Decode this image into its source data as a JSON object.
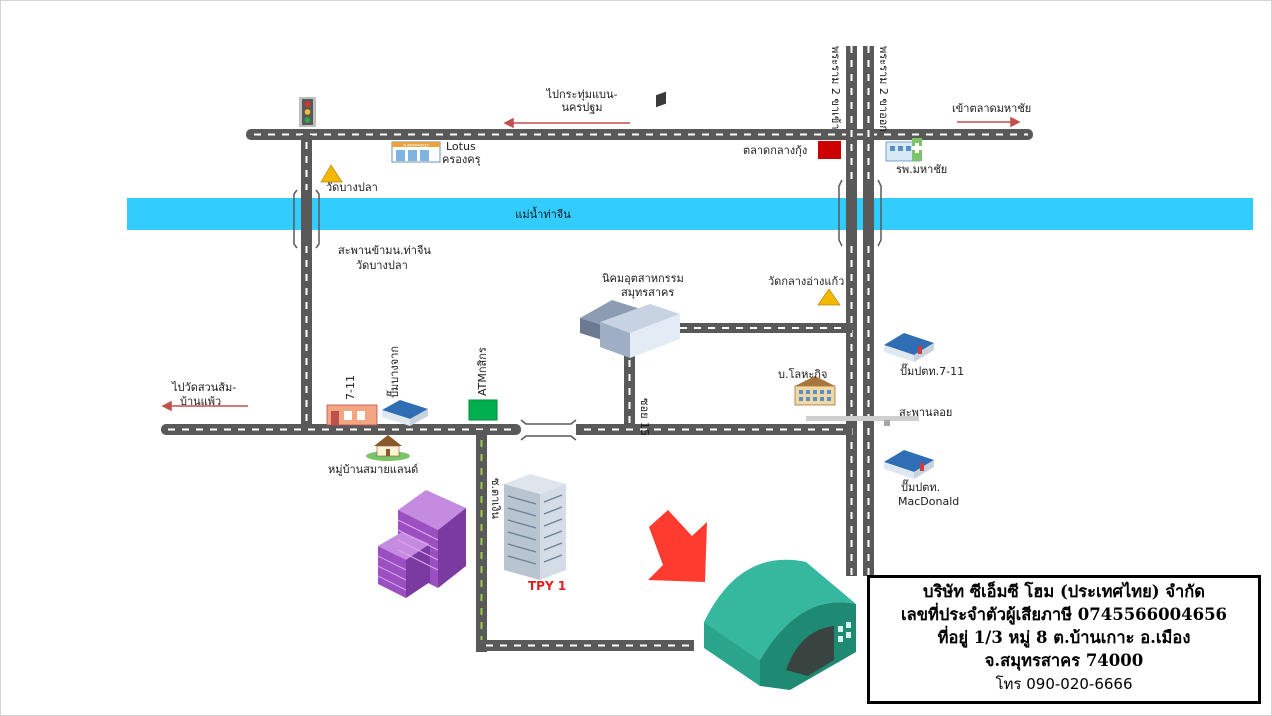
{
  "labels": {
    "river": "แม่น้ำท่าจีน",
    "to_krathum_baen": "ไปกระทุ่มแบน-",
    "to_krathum_baen_2": "นครปฐม",
    "to_mahachai": "เข้าตลาดมหาชัย",
    "rama2_in": "พระราม 2 ขาเข้า",
    "rama2_out": "พระราม 2 ขาออก",
    "lotus": "Lotus",
    "lotus_branch": "ครองครุ",
    "wat_bang_pla": "วัดบางปลา",
    "talad_klang_kung": "ตลาดกลางกุ้ง",
    "hospital": "รพ.มหาชัย",
    "bridge_tha_chin": "สะพานข้ามน.ท่าจีน",
    "bridge_tha_chin_2": "วัดบางปลา",
    "industrial_estate": "นิคมอุตสาหกรรม",
    "industrial_estate_2": "สมุทรสาคร",
    "wat_klang_ang_kaew": "วัดกลางอ่างแก้ว",
    "gas_711": "ปั๊มปตท.7-11",
    "bor_lohakit": "บ.โลหะกิจ",
    "floating_bridge": "สะพานลอย",
    "gas_macdonald": "ปั๊มปตท.",
    "gas_macdonald_2": "MacDonald",
    "to_wat_suan_som": "ไปวัดสวนส้ม-",
    "to_wat_suan_som_2": "บ้านแพ้ว",
    "seven_eleven": "7-11",
    "gas_bang_chak": "ปั๊มบางจาก",
    "atm": "ATMกสิกร",
    "soi_15": "ซอย 15",
    "soi_right": "ซ.ตาเงิน",
    "village": "หมู่บ้านสมายแลนด์",
    "tpy": "TPY 1",
    "supermarket_sign": "SUPERMARKET"
  },
  "company": {
    "name": "บริษัท ซีเอ็มซี โฮม (ประเทศไทย) จำกัด",
    "tax_id": "เลขที่ประจำตัวผู้เสียภาษี  0745566004656",
    "address": "ที่อยู่ 1/3 หมู่ 8 ต.บ้านเกาะ อ.เมือง",
    "province": "จ.สมุทรสาคร  74000",
    "phone": "โทร 090-020-6666"
  },
  "colors": {
    "river": "#33ccff",
    "road": "#595959",
    "arrow_red": "#c0504d",
    "pointer_red": "#ff3b30",
    "warehouse": "#2aa58c",
    "landmark_red": "#cc0000",
    "atm_green": "#00b050",
    "purple_building": "#9b4fc1"
  },
  "icons": {
    "traffic_light": "traffic-light-icon",
    "temple_marker": "triangle-icon",
    "warehouse": "warehouse-icon",
    "pointer": "arrow-icon"
  }
}
